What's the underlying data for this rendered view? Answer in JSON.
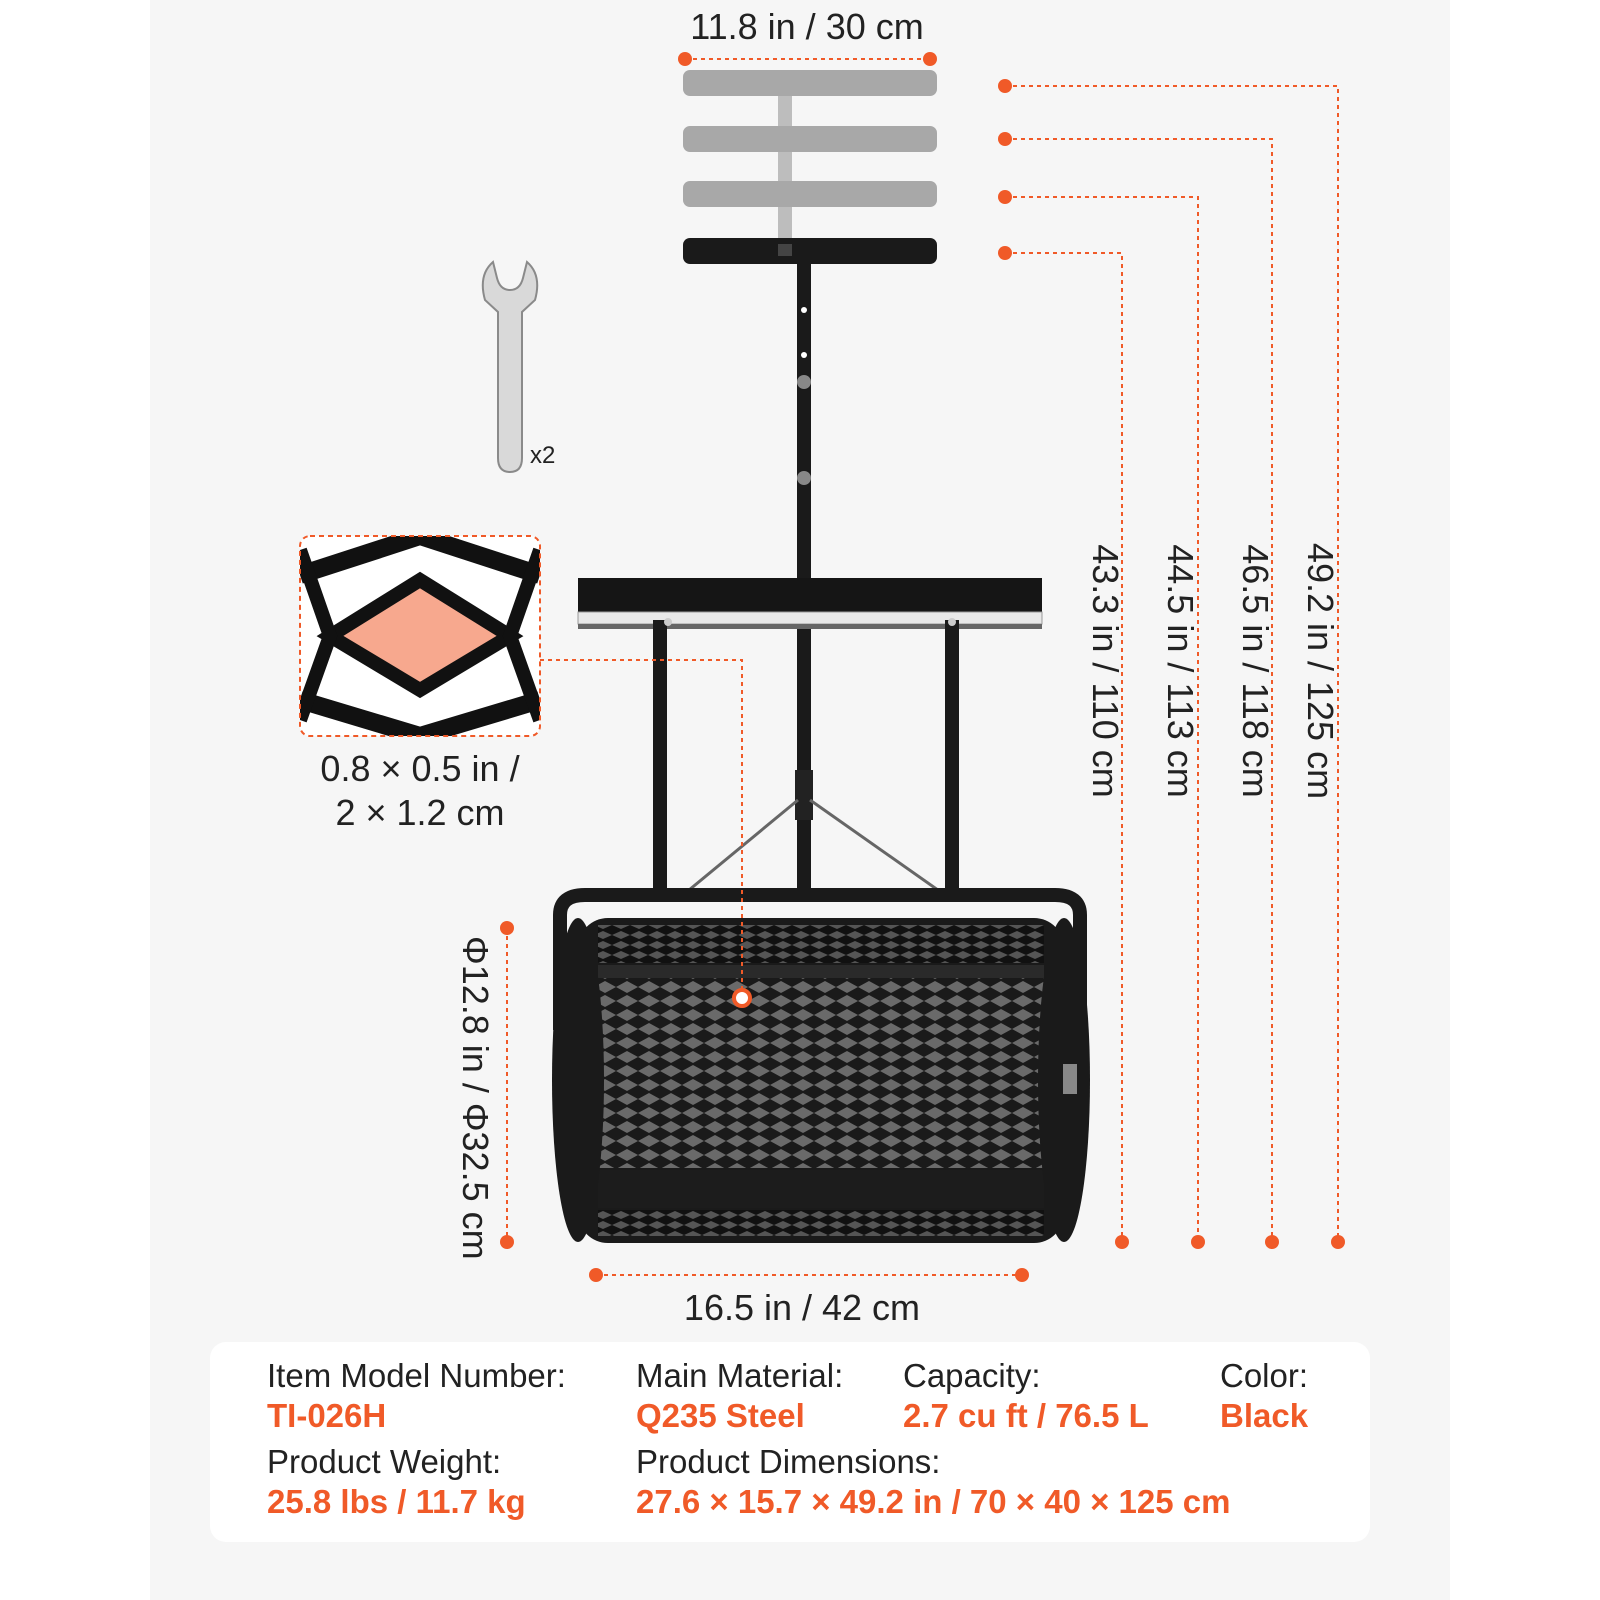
{
  "dimensions": {
    "handle_width": "11.8 in / 30 cm",
    "height_1": "43.3 in / 110 cm",
    "height_2": "44.5 in / 113 cm",
    "height_3": "46.5 in / 118 cm",
    "height_4": "49.2 in / 125 cm",
    "mesh_size_line1": "0.8 × 0.5 in /",
    "mesh_size_line2": "2 × 1.2 cm",
    "drum_diameter": "Φ12.8 in / Φ32.5 cm",
    "drum_width": "16.5 in / 42 cm"
  },
  "accessory": {
    "wrench_qty": "x2"
  },
  "specs": {
    "model_label": "Item Model Number:",
    "model_value": "TI-026H",
    "material_label": "Main Material:",
    "material_value": "Q235 Steel",
    "capacity_label": "Capacity:",
    "capacity_value": "2.7 cu ft / 76.5 L",
    "color_label": "Color:",
    "color_value": "Black",
    "weight_label": "Product Weight:",
    "weight_value": "25.8 lbs / 11.7 kg",
    "product_dims_label": "Product Dimensions:",
    "product_dims_value": "27.6 × 15.7 × 49.2 in / 70 × 40 × 125 cm"
  },
  "colors": {
    "accent": "#f05a28",
    "mesh_fill": "#f7a88e",
    "product": "#1a1a1a",
    "ghost_handle": "#a8a8a8",
    "background": "#f6f6f6"
  }
}
